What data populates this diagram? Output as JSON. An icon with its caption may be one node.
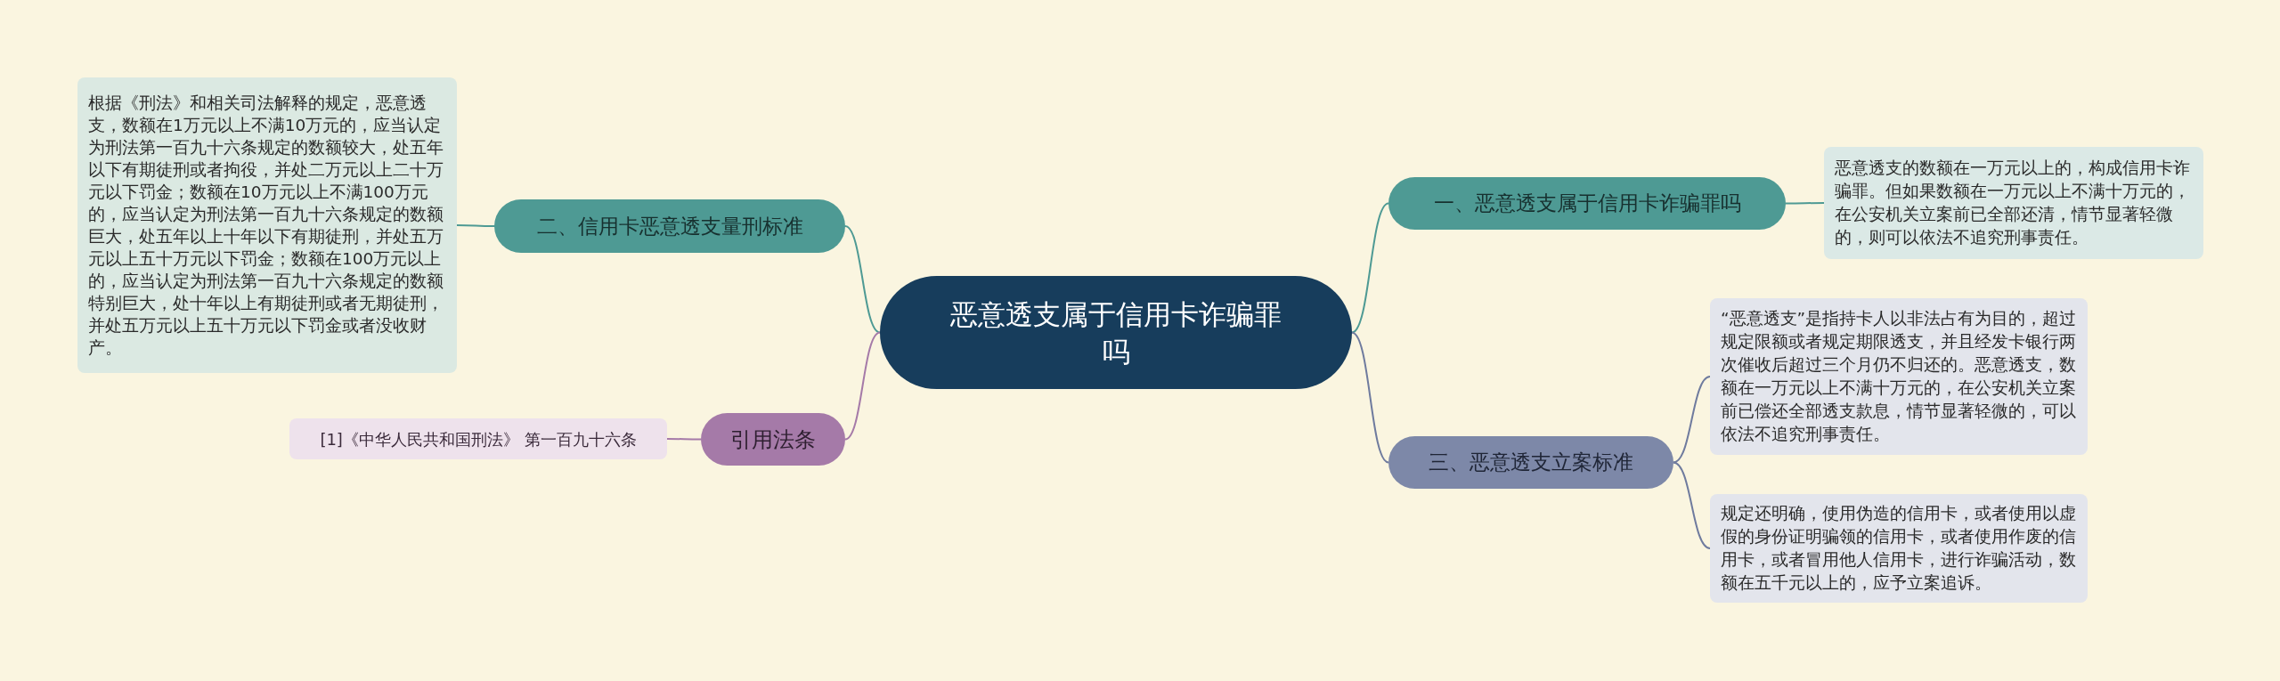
{
  "diagram": {
    "nodes": [
      {
        "text": [
          "恶意透支属于信用卡诈骗罪吗"
        ]
      },
      {
        "text": [
          "二、信用卡恶意透支量刑标准"
        ]
      },
      {
        "text": [
          "根据《刑法》和相关司法解释的规定，恶意透支，数额在1万元以上不满10万元的，应当认定为刑法第一百九十六条规定的数额较大，处五年以下有期徒刑或者拘役，并处二万元以上二十万元以下罚金；数额在10万元以上不满100万元的，应当认定为刑法第一百九十六条规定的数额巨大，处五年以上十年以下有期徒刑，并处五万元以上五十万元以下罚金；数额在100万元以上的，应当认定为刑法第一百九十六条规定的数额特别巨大，处十年以上有期徒刑或者无期徒刑，并处五万元以上五十万元以下罚金或者没收财产。"
        ]
      },
      {
        "text": [
          "引用法条"
        ]
      },
      {
        "text": [
          "[1]《中华人民共和国刑法》 第一百九十六条"
        ]
      },
      {
        "text": [
          "一、恶意透支属于信用卡诈骗罪吗"
        ]
      },
      {
        "text": [
          "恶意透支的数额在一万元以上的，构成信用卡诈骗罪。但如果数额在一万元以上不满十万元的，在公安机关立案前已全部还清，情节显著轻微的，则可以依法不追究刑事责任。"
        ]
      },
      {
        "text": [
          "三、恶意透支立案标准"
        ]
      },
      {
        "text": [
          "“恶意透支”是指持卡人以非法占有为目的，超过规定限额或者规定期限透支，并且经发卡银行两次催收后超过三个月仍不归还的。恶意透支，数额在一万元以上不满十万元的，在公安机关立案前已偿还全部透支款息，情节显著轻微的，可以依法不追究刑事责任。"
        ]
      },
      {
        "text": [
          "规定还明确，使用伪造的信用卡，或者使用以虚假的身份证明骗领的信用卡，或者使用作废的信用卡，或者冒用他人信用卡，进行诈骗活动，数额在五千元以上的，应予立案追诉。"
        ]
      }
    ],
    "edges": [
      {
        "from": 0,
        "to": 1,
        "arrow": "none"
      },
      {
        "from": 1,
        "to": 2,
        "arrow": "none"
      },
      {
        "from": 0,
        "to": 3,
        "arrow": "none",
        "color": "#a57aa8"
      },
      {
        "from": 3,
        "to": 4,
        "arrow": "none",
        "color": "#a57aa8"
      },
      {
        "from": 0,
        "to": 5,
        "arrow": "none"
      },
      {
        "from": 5,
        "to": 6,
        "arrow": "none"
      },
      {
        "from": 0,
        "to": 7,
        "arrow": "none",
        "color": "#6f7b9e"
      },
      {
        "from": 7,
        "to": 8,
        "arrow": "none",
        "color": "#6f7b9e"
      },
      {
        "from": 7,
        "to": 9,
        "arrow": "none",
        "color": "#6f7b9e"
      }
    ]
  }
}
